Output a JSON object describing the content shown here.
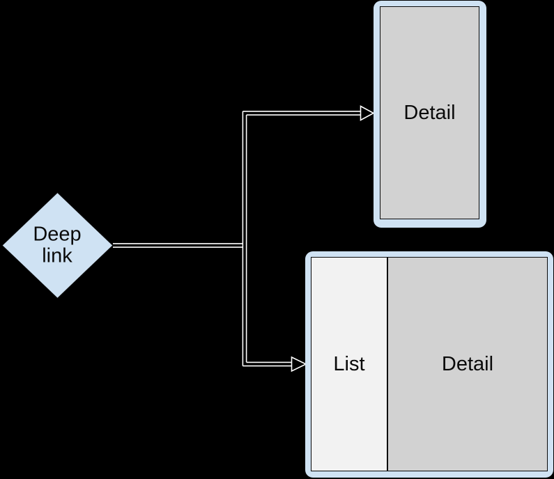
{
  "colors": {
    "canvas_bg": "#000000",
    "frame_blue": "#cfe2f3",
    "detail_gray": "#d2d2d2",
    "list_gray": "#f2f2f2",
    "line_white": "#ffffff",
    "ink": "#0a0a0a"
  },
  "diamond": {
    "label": "Deep link"
  },
  "devices": {
    "portrait": {
      "panes": [
        {
          "label": "Detail"
        }
      ]
    },
    "landscape": {
      "panes": [
        {
          "label": "List"
        },
        {
          "label": "Detail"
        }
      ]
    }
  }
}
